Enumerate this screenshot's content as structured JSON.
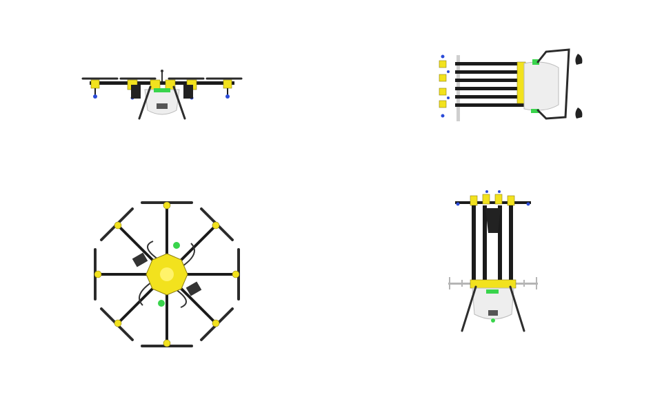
{
  "colors": {
    "accent_yellow": "#f2e21e",
    "arm_black": "#1b1b1b",
    "nozzle_blue": "#2b4bd8",
    "tank_white": "#eeeeee",
    "indicator_green": "#39d44c",
    "frame_gray": "#3a3a3a"
  },
  "views": [
    {
      "id": "front",
      "icon": "drone-front-view-icon"
    },
    {
      "id": "side",
      "icon": "drone-side-folded-view-icon"
    },
    {
      "id": "top",
      "icon": "drone-top-view-icon"
    },
    {
      "id": "folded",
      "icon": "drone-folded-front-view-icon"
    }
  ]
}
